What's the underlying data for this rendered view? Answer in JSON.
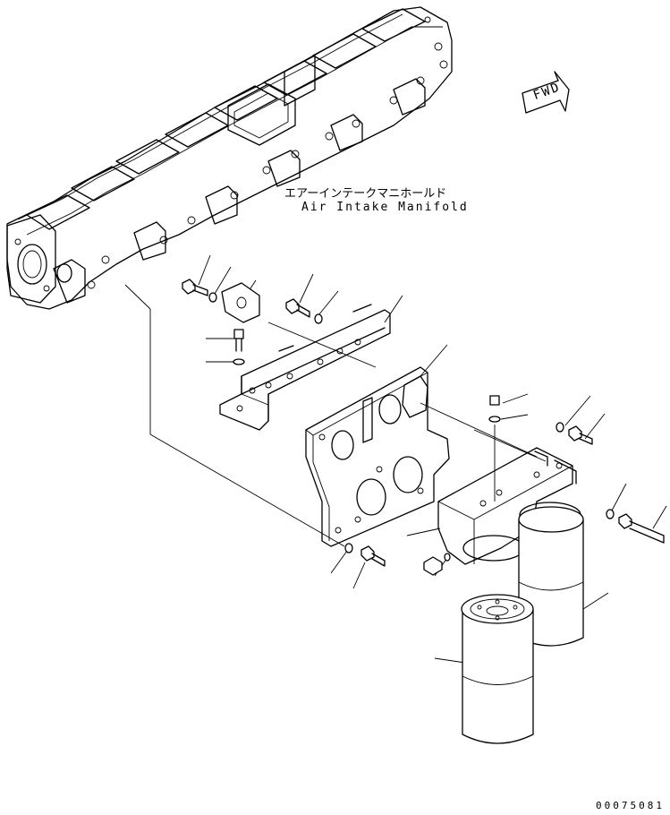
{
  "title_japanese": "エアーインテークマニホールド",
  "title_english": "Air Intake Manifold",
  "direction_marker": "FWD",
  "drawing_number": "00075081",
  "parts": [
    {
      "name": "air-intake-manifold"
    },
    {
      "name": "mounting-bracket"
    },
    {
      "name": "mounting-plate"
    },
    {
      "name": "filter-head"
    },
    {
      "name": "filter-cartridge-front"
    },
    {
      "name": "filter-cartridge-rear"
    },
    {
      "name": "bolt"
    },
    {
      "name": "washer"
    },
    {
      "name": "clamp"
    },
    {
      "name": "plug"
    }
  ]
}
